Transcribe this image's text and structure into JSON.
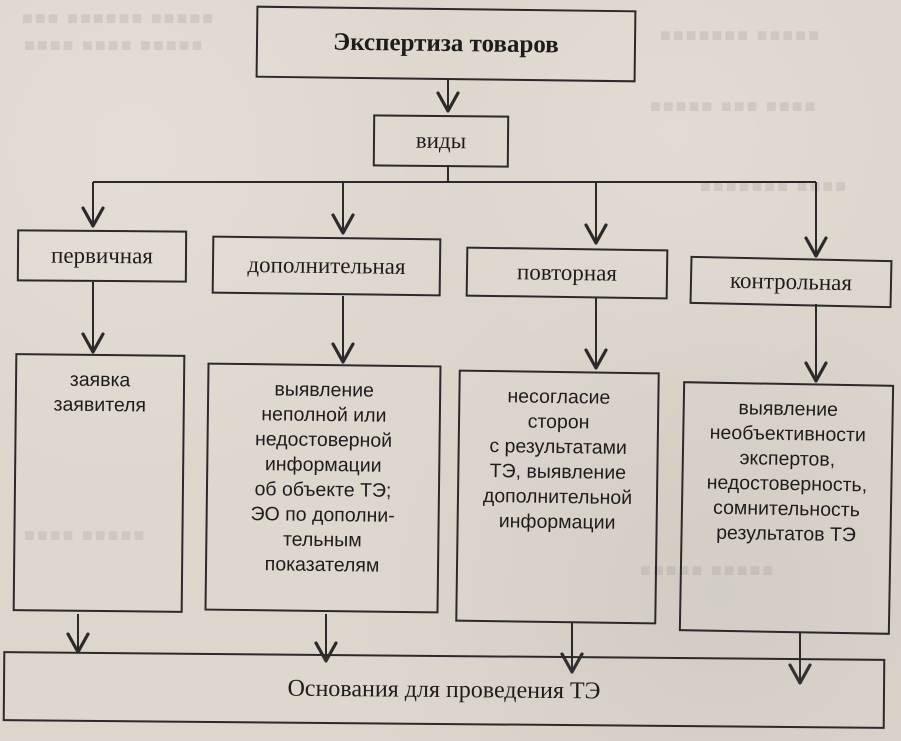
{
  "diagram": {
    "title": "Экспертиза товаров",
    "subtitle": "виды",
    "types": [
      {
        "label": "первичная",
        "description": [
          "заявка",
          "заявителя"
        ]
      },
      {
        "label": "дополнительная",
        "description": [
          "выявление",
          "неполной или",
          "недостоверной",
          "информации",
          "об объекте ТЭ;",
          "ЭО по дополни-",
          "тельным",
          "показателям"
        ]
      },
      {
        "label": "повторная",
        "description": [
          "несогласие",
          "сторон",
          "с результатами",
          "ТЭ, выявление",
          "дополнительной",
          "информации"
        ]
      },
      {
        "label": "контрольная",
        "description": [
          "выявление",
          "необъективности",
          "экспертов,",
          "недостоверность,",
          "сомнительность",
          "результатов ТЭ"
        ]
      }
    ],
    "footer": "Основания для проведения ТЭ"
  }
}
